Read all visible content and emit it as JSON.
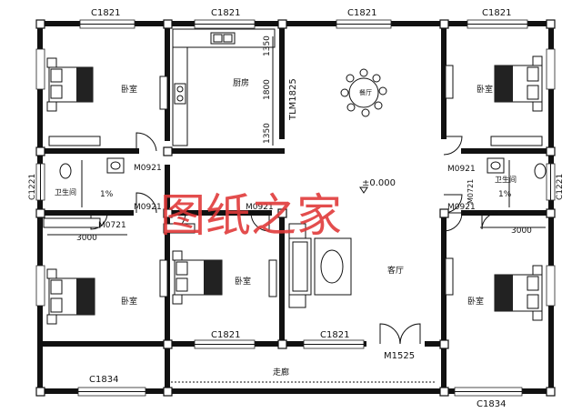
{
  "rooms": {
    "bedroom_tl": "卧室",
    "kitchen": "厨房",
    "dining": "餐厅",
    "bedroom_tr": "卧室",
    "bath_left": "卫生间",
    "bath_right": "卫生间",
    "bedroom_bl": "卧室",
    "bedroom_mid": "卧室",
    "living": "客厅",
    "bedroom_br": "卧室",
    "corridor": "走廊"
  },
  "windows": {
    "top_1": "C1821",
    "top_2": "C1821",
    "top_3": "C1821",
    "top_4": "C1821",
    "mid_1": "C1821",
    "mid_2": "C1821",
    "bottom_left": "C1834",
    "bottom_right": "C1834",
    "left_side": "C1221",
    "right_side": "C1221"
  },
  "doors": {
    "m0921_a": "M0921",
    "m0921_b": "M0921",
    "m0921_c": "M0921",
    "m0921_d": "M0921",
    "m0921_e": "M0921",
    "m0721_left": "M0721",
    "m0721_right": "M0721",
    "main_entry": "M1525",
    "tlm": "TLM1825"
  },
  "dimensions": {
    "k1": "1350",
    "k2": "1800",
    "k3": "1350",
    "d3000_left": "3000",
    "d3000_right": "3000"
  },
  "slopes": {
    "left": "1%",
    "right": "1%"
  },
  "elevation": "±0.000",
  "watermark": "图纸之家"
}
